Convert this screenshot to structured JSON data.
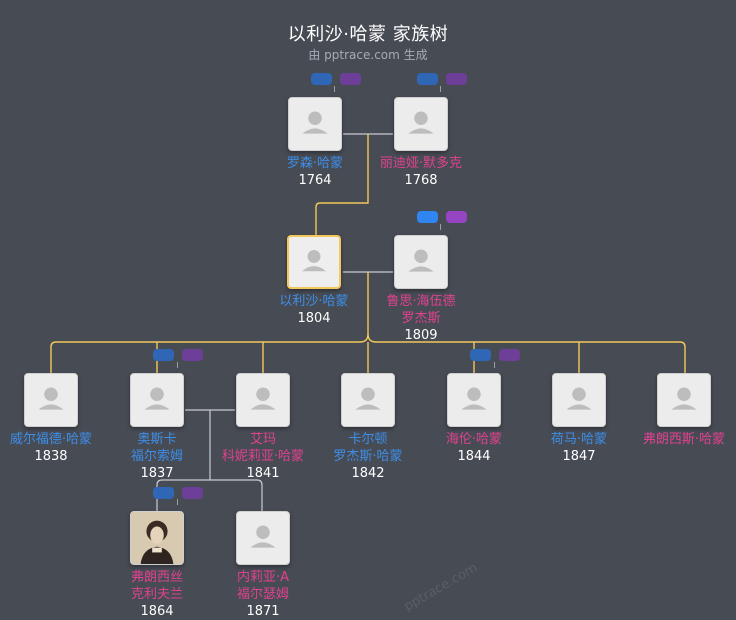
{
  "header": {
    "title": "以利沙·哈蒙 家族树",
    "subtitle": "由 pptrace.com 生成"
  },
  "watermark": "pptrace.com",
  "colors": {
    "background": "#474b54",
    "male_name": "#3d8ee8",
    "female_name": "#e0428f",
    "descent_line": "#f2c85a",
    "spouse_line": "#c9ccd1"
  },
  "people": [
    {
      "id": "p1",
      "name_lines": [
        "罗森·哈蒙"
      ],
      "year": "1764",
      "gender": "male"
    },
    {
      "id": "p2",
      "name_lines": [
        "丽迪娅·默多克"
      ],
      "year": "1768",
      "gender": "female"
    },
    {
      "id": "p3",
      "name_lines": [
        "以利沙·哈蒙"
      ],
      "year": "1804",
      "gender": "male",
      "focus": true
    },
    {
      "id": "p4",
      "name_lines": [
        "鲁思·海伍德",
        "罗杰斯"
      ],
      "year": "1809",
      "gender": "female"
    },
    {
      "id": "p5",
      "name_lines": [
        "威尔福德·哈蒙"
      ],
      "year": "1838",
      "gender": "male"
    },
    {
      "id": "p6",
      "name_lines": [
        "奥斯卡",
        "福尔索姆"
      ],
      "year": "1837",
      "gender": "male"
    },
    {
      "id": "p7",
      "name_lines": [
        "艾玛",
        "科妮莉亚·哈蒙"
      ],
      "year": "1841",
      "gender": "female"
    },
    {
      "id": "p8",
      "name_lines": [
        "卡尔顿",
        "罗杰斯·哈蒙"
      ],
      "year": "1842",
      "gender": "male"
    },
    {
      "id": "p9",
      "name_lines": [
        "海伦·哈蒙"
      ],
      "year": "1844",
      "gender": "female"
    },
    {
      "id": "p10",
      "name_lines": [
        "荷马·哈蒙"
      ],
      "year": "1847",
      "gender": "male"
    },
    {
      "id": "p11",
      "name_lines": [
        "弗朗西斯·哈蒙"
      ],
      "year": "",
      "gender": "female"
    },
    {
      "id": "p12",
      "name_lines": [
        "弗朗西丝",
        "克利夫兰"
      ],
      "year": "1864",
      "gender": "female",
      "photo": true
    },
    {
      "id": "p13",
      "name_lines": [
        "内莉亚·A",
        "福尔瑟姆"
      ],
      "year": "1871",
      "gender": "female"
    }
  ]
}
